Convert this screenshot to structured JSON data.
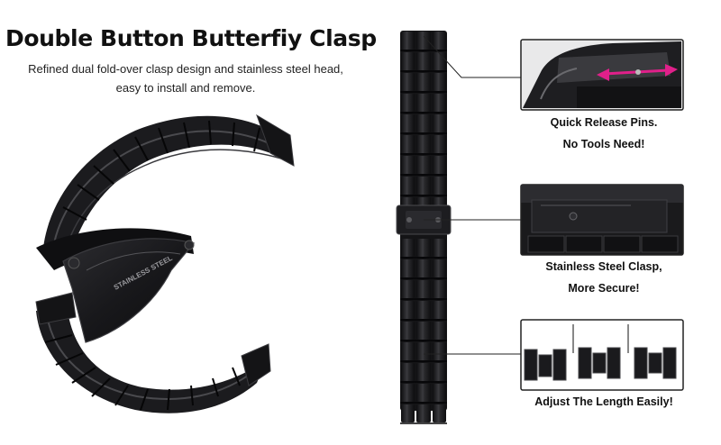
{
  "header": {
    "title": "Double Button Butterfiy Clasp",
    "subtitle_line1": "Refined dual fold-over clasp design and stainless steel head,",
    "subtitle_line2": "easy to install and remove."
  },
  "clasp_engraving": "STAINLESS STEEL",
  "features": [
    {
      "line1": "Quick Release Pins.",
      "line2": "No Tools Need!"
    },
    {
      "line1": "Stainless Steel Clasp,",
      "line2": "More Secure!"
    },
    {
      "line1": "Adjust The Length Easily!"
    }
  ],
  "colors": {
    "band": "#1c1c1e",
    "band_highlight": "#4a4a4e",
    "arrow": "#e0208a",
    "text": "#111111"
  },
  "icons": {
    "quick-release-arrow": "double-headed-arrow",
    "clasp-button": "circle-button"
  }
}
